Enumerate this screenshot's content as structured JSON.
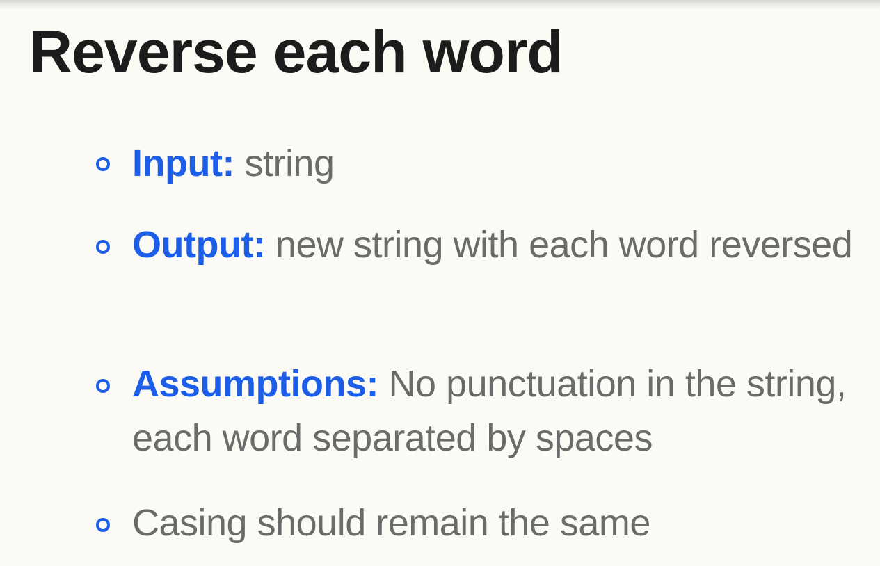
{
  "slide": {
    "title": "Reverse each word",
    "bullets": [
      {
        "label": "Input:",
        "text": "string"
      },
      {
        "label": "Output:",
        "text": "new string with each word reversed"
      },
      {
        "label": "Assumptions:",
        "text": "No punctuation in the string, each word separated by spaces"
      },
      {
        "label": "",
        "text": "Casing should remain the same"
      }
    ]
  },
  "colors": {
    "background": "#fbfaf4",
    "title": "#1c1c1c",
    "label_accent": "#1d5ee8",
    "body_text": "#6b6b6b"
  },
  "icons": {
    "bullet": "hollow-circle-bullet-icon"
  }
}
